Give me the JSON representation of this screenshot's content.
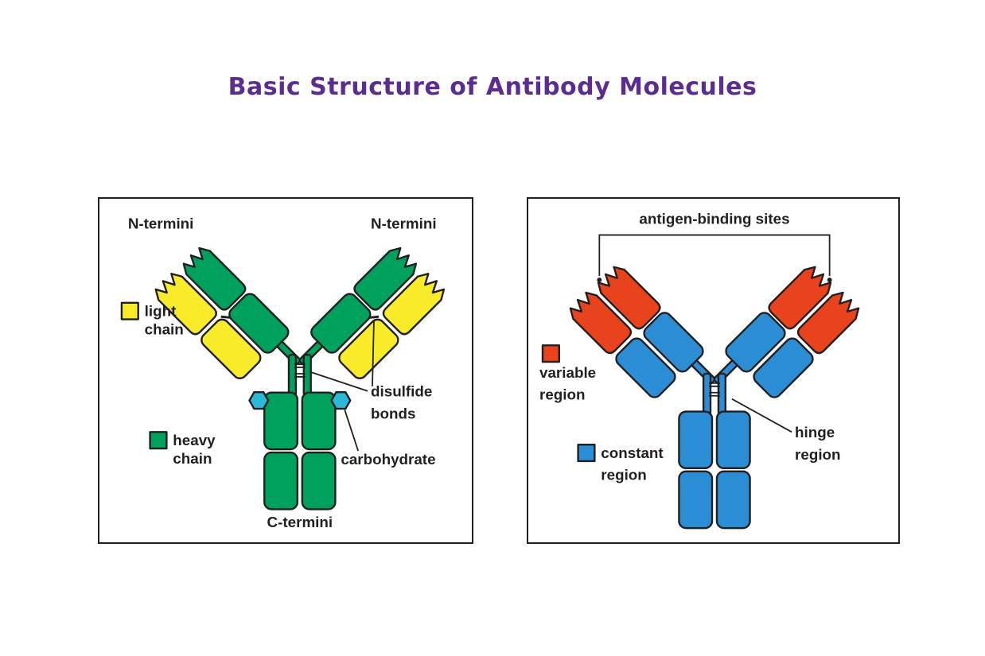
{
  "title": "Basic Structure of Antibody Molecules",
  "colors": {
    "title": "#5c2d91",
    "text": "#231f20",
    "outline": "#231f20",
    "green": "#00a15d",
    "yellow": "#f8ec2a",
    "cyan": "#2bb9d9",
    "red": "#e8431c",
    "blue": "#2b8dd3",
    "panel_bg": "#ffffff"
  },
  "left_panel": {
    "n_termini_left": "N-termini",
    "n_termini_right": "N-termini",
    "legend_light": {
      "line1": "light",
      "line2": "chain"
    },
    "legend_heavy": {
      "line1": "heavy",
      "line2": "chain"
    },
    "disulfide": {
      "line1": "disulfide",
      "line2": "bonds"
    },
    "carbohydrate": "carbohydrate",
    "c_termini": "C-termini"
  },
  "right_panel": {
    "antigen_binding_sites": "antigen-binding sites",
    "legend_variable": {
      "line1": "variable",
      "line2": "region"
    },
    "legend_constant": {
      "line1": "constant",
      "line2": "region"
    },
    "hinge": {
      "line1": "hinge",
      "line2": "region"
    }
  }
}
